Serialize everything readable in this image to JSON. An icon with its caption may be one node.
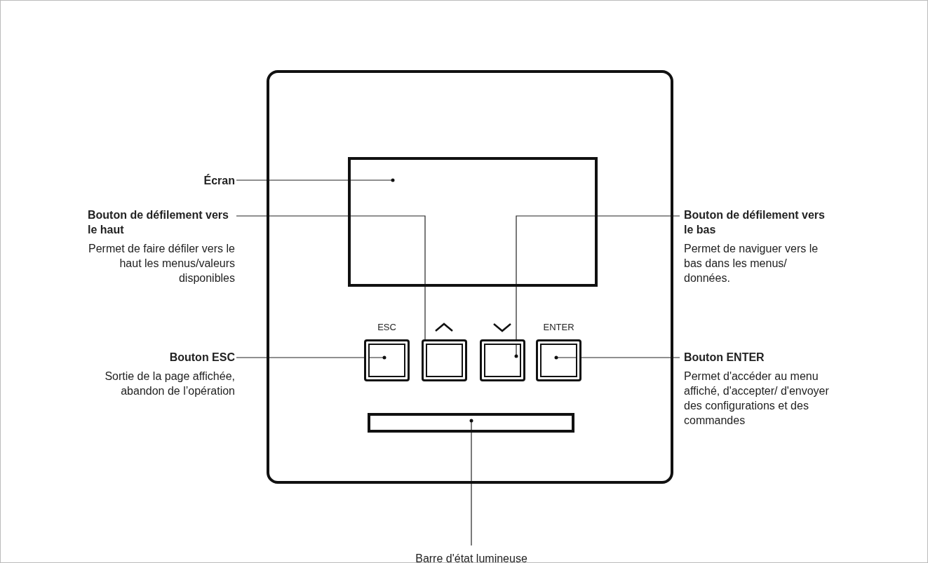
{
  "diagram": {
    "nodes": [
      {
        "text": [],
        "shape": "box"
      },
      {
        "text": [],
        "shape": "box",
        "in": 0
      },
      {
        "text": [
          "ESC"
        ],
        "in": 0
      },
      {
        "text": [],
        "shape": "box",
        "in": 0
      },
      {
        "text": [],
        "shape": "box",
        "in": 0
      },
      {
        "text": [
          "ENTER"
        ],
        "in": 0
      },
      {
        "text": [],
        "shape": "bar",
        "in": 0
      },
      {
        "text": [
          "Écran"
        ]
      },
      {
        "text": [
          "Bouton de défilement vers le haut",
          "Permet de faire défiler vers le haut les menus/valeurs disponibles"
        ]
      },
      {
        "text": [
          "Bouton ESC",
          "Sortie de la page affichée, abandon de l’opération"
        ]
      },
      {
        "text": [
          "Bouton de défilement vers le bas",
          "Permet de naviguer vers le bas dans les menus/ données."
        ]
      },
      {
        "text": [
          "Bouton ENTER",
          "Permet d'accéder au menu affiché, d'accepter/ d'envoyer des configurations et des commandes"
        ]
      },
      {
        "text": [
          "Barre d'état lumineuse"
        ]
      }
    ],
    "edges": [
      {
        "from": 7,
        "to": 1,
        "arrow": "other"
      },
      {
        "from": 8,
        "to": 3,
        "arrow": "other"
      },
      {
        "from": 9,
        "to": 2,
        "arrow": "other"
      },
      {
        "from": 10,
        "to": 4,
        "arrow": "other"
      },
      {
        "from": 11,
        "to": 5,
        "arrow": "other"
      },
      {
        "from": 12,
        "to": 6,
        "arrow": "other"
      }
    ]
  }
}
